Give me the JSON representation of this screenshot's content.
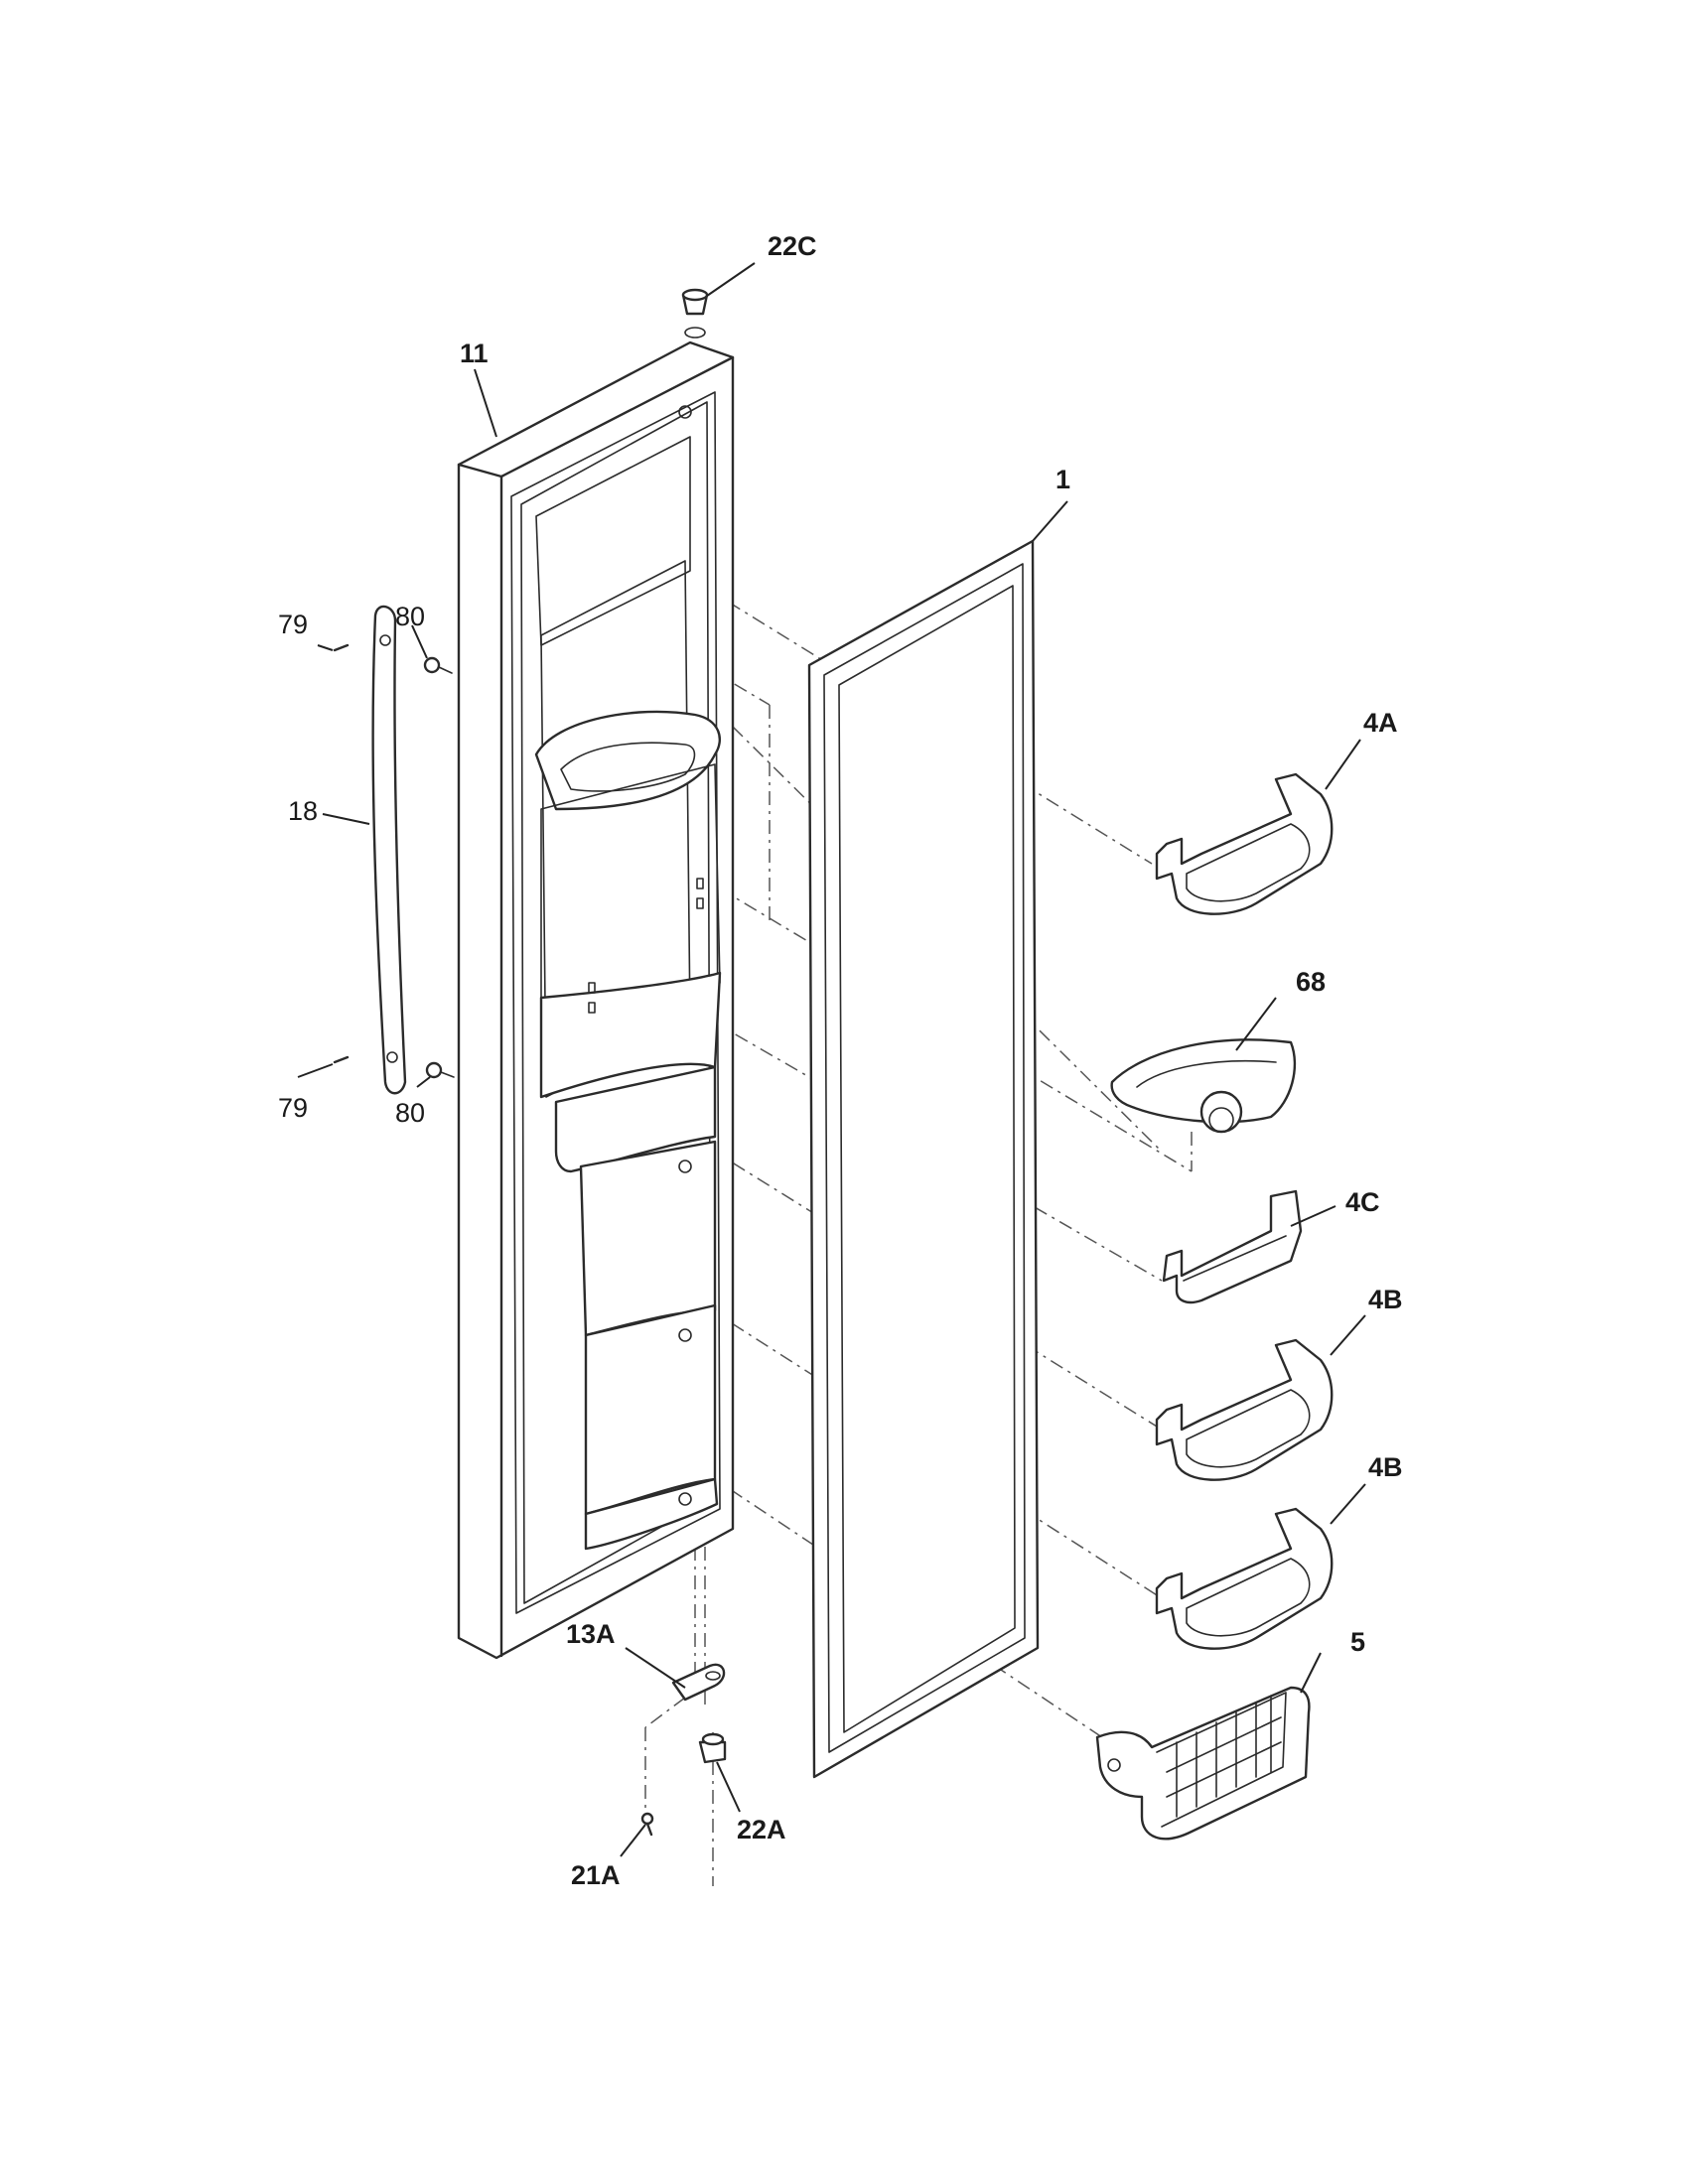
{
  "diagram": {
    "callouts": [
      {
        "id": "c-22c",
        "label": "22C",
        "bold": true
      },
      {
        "id": "c-11",
        "label": "11",
        "bold": true
      },
      {
        "id": "c-1",
        "label": "1",
        "bold": true
      },
      {
        "id": "c-79a",
        "label": "79",
        "bold": false
      },
      {
        "id": "c-80a",
        "label": "80",
        "bold": false
      },
      {
        "id": "c-18",
        "label": "18",
        "bold": false
      },
      {
        "id": "c-79b",
        "label": "79",
        "bold": false
      },
      {
        "id": "c-80b",
        "label": "80",
        "bold": false
      },
      {
        "id": "c-4a",
        "label": "4A",
        "bold": true
      },
      {
        "id": "c-68",
        "label": "68",
        "bold": true
      },
      {
        "id": "c-4c",
        "label": "4C",
        "bold": true
      },
      {
        "id": "c-4b1",
        "label": "4B",
        "bold": true
      },
      {
        "id": "c-4b2",
        "label": "4B",
        "bold": true
      },
      {
        "id": "c-5",
        "label": "5",
        "bold": true
      },
      {
        "id": "c-13a",
        "label": "13A",
        "bold": true
      },
      {
        "id": "c-22a",
        "label": "22A",
        "bold": true
      },
      {
        "id": "c-21a",
        "label": "21A",
        "bold": true
      }
    ]
  }
}
